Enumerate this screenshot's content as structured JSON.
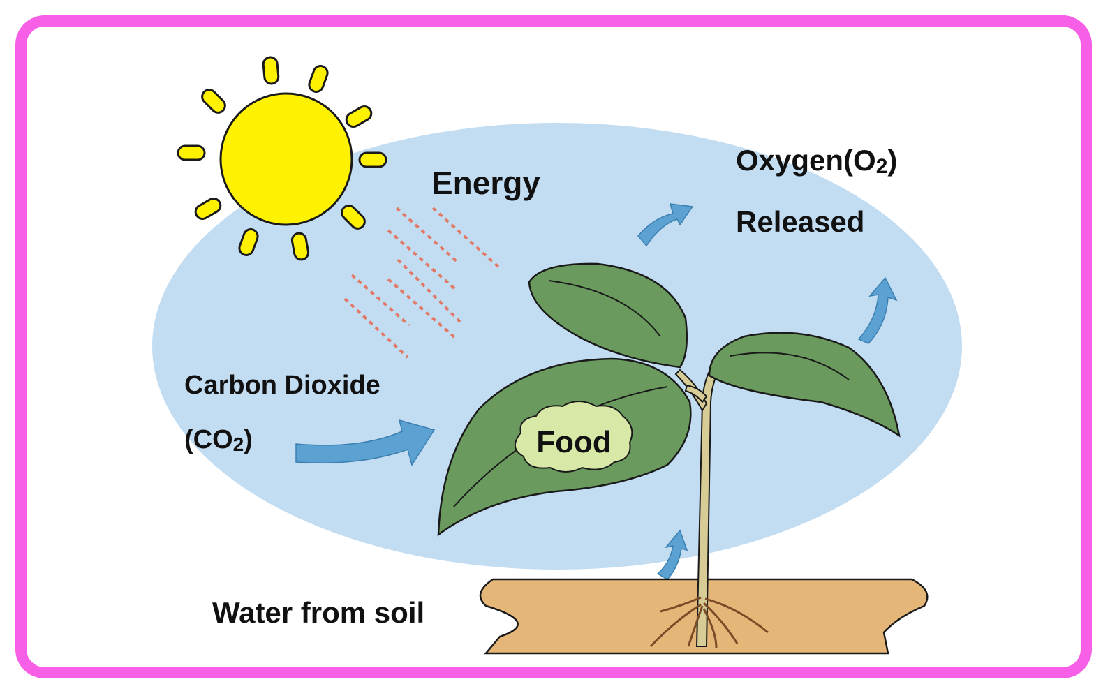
{
  "labels": {
    "energy": "Energy",
    "oxygen_main": "Oxygen(O",
    "oxygen_sub": "2",
    "oxygen_close": ")",
    "released": "Released",
    "carbon_dioxide": "Carbon Dioxide",
    "co2_main": "(CO",
    "co2_sub": "2",
    "co2_close": ")",
    "food": "Food",
    "water": "Water from soil"
  },
  "colors": {
    "frame": "#f75fe6",
    "sky": "#c2dcf2",
    "sun": "#fff200",
    "leaf": "#6a9a5e",
    "soil": "#e4b779",
    "arrow": "#5ba2d2",
    "energy_rays": "#e07a67",
    "food_cloud": "#d8e8a6"
  },
  "icons": [
    "sun-icon",
    "plant-icon",
    "arrow-icon"
  ]
}
